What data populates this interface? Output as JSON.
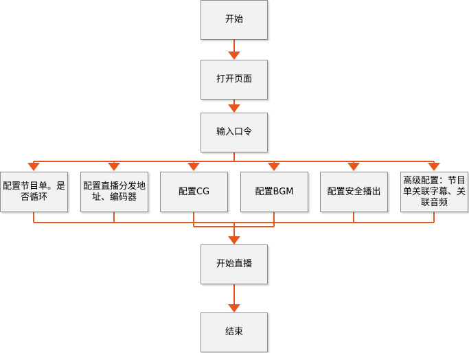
{
  "colors": {
    "edge": "#e8561e",
    "node_fill": "#f2f2f2",
    "node_border": "#8c8c8c"
  },
  "nodes": {
    "start": "开始",
    "open": "打开页面",
    "input": "输入口令",
    "cfg_program": "配置节目单。是否循环",
    "cfg_address": "配置直播分发地址、编码器",
    "cfg_cg": "配置CG",
    "cfg_bgm": "配置BGM",
    "cfg_safe": "配置安全播出",
    "cfg_advanced": "高级配置：节目单关联字幕、关联音频",
    "live": "开始直播",
    "end": "结束"
  }
}
